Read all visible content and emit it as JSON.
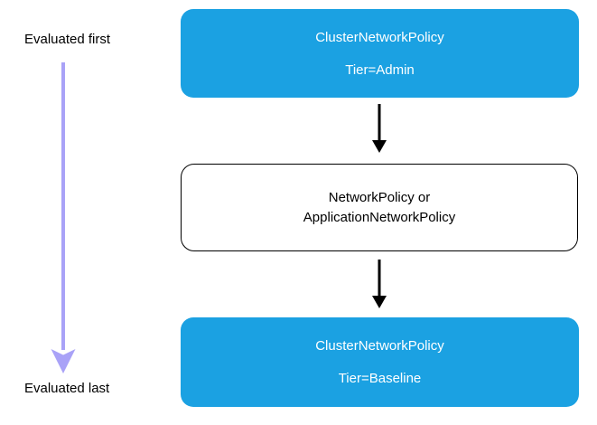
{
  "labels": {
    "evaluated_first": "Evaluated first",
    "evaluated_last": "Evaluated last"
  },
  "nodes": [
    {
      "id": "cluster-network-policy-admin",
      "style": "blue",
      "lines": [
        "ClusterNetworkPolicy",
        "Tier=Admin"
      ]
    },
    {
      "id": "network-policy-or-app",
      "style": "white",
      "lines": [
        "NetworkPolicy or",
        "ApplicationNetworkPolicy"
      ]
    },
    {
      "id": "cluster-network-policy-baseline",
      "style": "blue",
      "lines": [
        "ClusterNetworkPolicy",
        "Tier=Baseline"
      ]
    }
  ],
  "colors": {
    "node_blue": "#1ba1e2",
    "node_text": "#ffffff",
    "outline": "#000000",
    "arrow_purple": "#a9a2f7",
    "arrow_black": "#000000",
    "background": "#ffffff"
  }
}
